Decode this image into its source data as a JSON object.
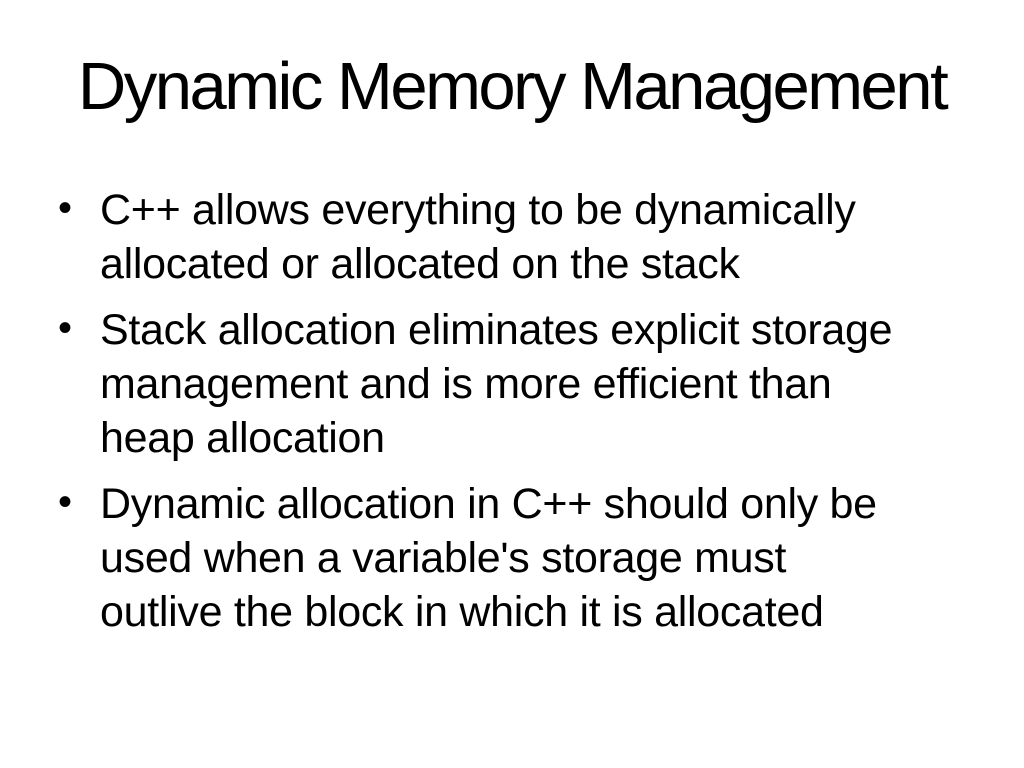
{
  "slide": {
    "title": "Dynamic Memory Management",
    "bullet_glyph": "•",
    "bullets": [
      {
        "lines": [
          "C++ allows everything to be dynamically",
          "allocated or allocated on the stack"
        ]
      },
      {
        "lines": [
          "Stack allocation eliminates explicit storage",
          "management and is more efficient than",
          "heap allocation"
        ]
      },
      {
        "lines": [
          "Dynamic allocation in C++ should only be",
          "used when a variable's storage must",
          "outlive the block in which it is allocated"
        ]
      }
    ],
    "colors": {
      "background": "#ffffff",
      "text": "#000000"
    }
  }
}
